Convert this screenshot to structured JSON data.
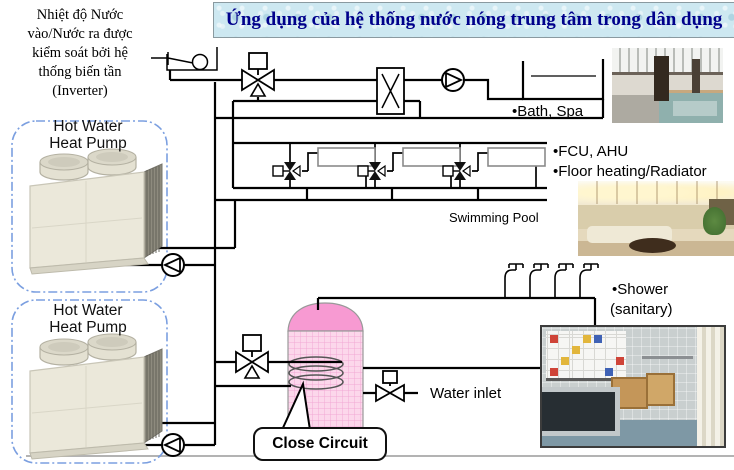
{
  "banner": {
    "text": "Ứng dụng của hệ thống nước nóng trung tâm trong dân dụng"
  },
  "inverter_note": {
    "lines": [
      "Nhiệt độ Nước",
      "vào/Nước ra được",
      "kiểm soát bởi hệ",
      "thống biến tần",
      "(Inverter)"
    ]
  },
  "heat_pump_1": {
    "line1": "Hot Water",
    "line2": "Heat Pump"
  },
  "heat_pump_2": {
    "line1": "Hot Water",
    "line2": "Heat Pump"
  },
  "labels": {
    "bath_spa": "•Bath, Spa",
    "fcu_ahu": "•FCU, AHU",
    "floor_heating": "•Floor heating/Radiator",
    "swimming_pool": "Swimming Pool",
    "shower": "•Shower",
    "sanitary": "(sanitary)",
    "water_inlet": "Water inlet",
    "close_circuit": "Close Circuit"
  },
  "icons": {
    "float_tank": "level-float-control",
    "three_way_valve": "motorized-3-way-valve",
    "heat_exchanger": "plate-heat-exchanger",
    "pump": "circulation-pump",
    "fcu_valve": "fan-coil-control-valve",
    "shower_head": "shower-tap",
    "storage_tank": "storage-tank-with-coil",
    "two_way_valve": "water-inlet-valve"
  },
  "colors": {
    "banner_bg": "#cde8f1",
    "banner_text": "#00008b",
    "dashed_box": "#7b9fe0",
    "tank_dome": "#f79ad2",
    "tank_body": "#fcd7eb",
    "tank_grid": "#f2a9d4",
    "pipe": "#000000",
    "footer_line": "#b3b3b3"
  }
}
